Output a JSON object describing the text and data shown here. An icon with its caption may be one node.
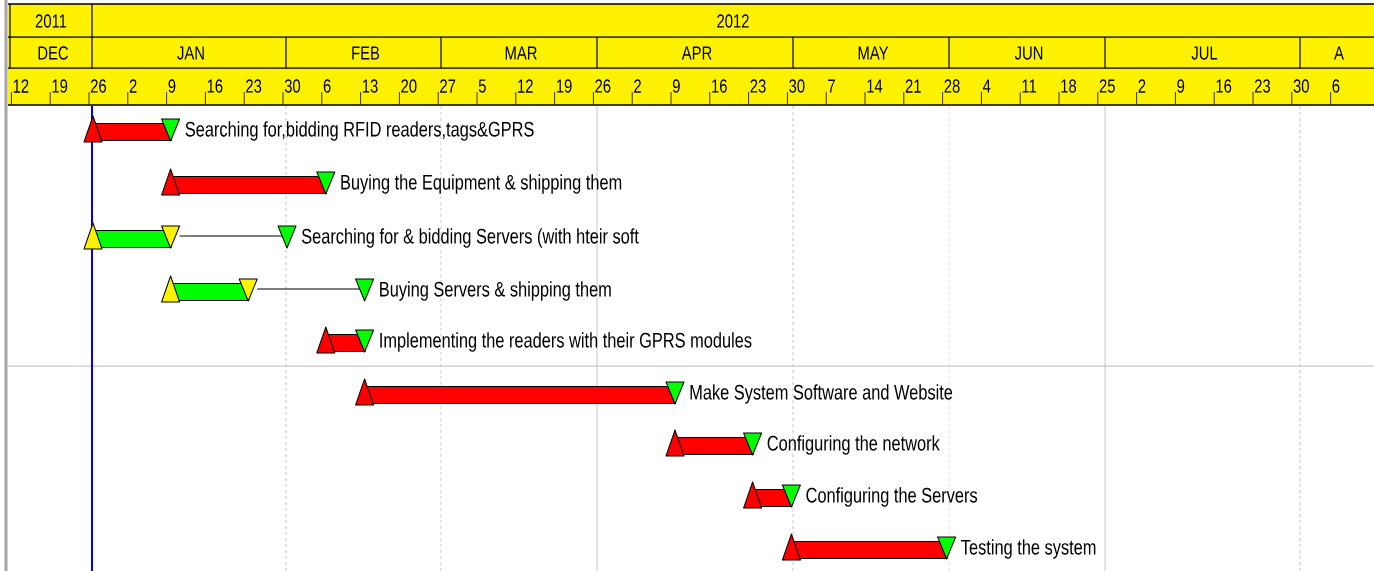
{
  "diagram": {
    "nodes": [
      {
        "text": [],
        "shape": "bar",
        "beside": [
          "Searching for,bidding RFID readers,tags&GPRS"
        ]
      },
      {
        "text": [],
        "shape": "bar",
        "beside": [
          "Buying the Equipment & shipping them"
        ]
      },
      {
        "text": [],
        "shape": "bar",
        "beside": [
          "Searching for & bidding Servers (with hteir soft"
        ]
      },
      {
        "text": [],
        "shape": "bar",
        "beside": [
          "Buying Servers & shipping them"
        ]
      },
      {
        "text": [],
        "shape": "bar",
        "beside": [
          "Implementing the readers with their GPRS modules"
        ]
      },
      {
        "text": [],
        "shape": "bar",
        "beside": [
          "Make System Software and Website"
        ]
      },
      {
        "text": [],
        "shape": "bar",
        "beside": [
          "Configuring the network"
        ]
      },
      {
        "text": [],
        "shape": "bar",
        "beside": [
          "Configuring the Servers"
        ]
      },
      {
        "text": [],
        "shape": "bar",
        "beside": [
          "Testing the system"
        ]
      }
    ],
    "labels": [
      "2011",
      "2012",
      "DEC",
      "JAN",
      "FEB",
      "MAR",
      "APR",
      "MAY",
      "JUN",
      "JUL",
      "A",
      "12",
      "19",
      "26",
      "2",
      "9",
      "16",
      "23",
      "30",
      "6",
      "13",
      "20",
      "27",
      "5",
      "12",
      "19",
      "26",
      "2",
      "9",
      "16",
      "23",
      "30",
      "7",
      "14",
      "21",
      "28",
      "4",
      "11",
      "18",
      "25",
      "2",
      "9",
      "16",
      "23",
      "30",
      "6"
    ]
  }
}
